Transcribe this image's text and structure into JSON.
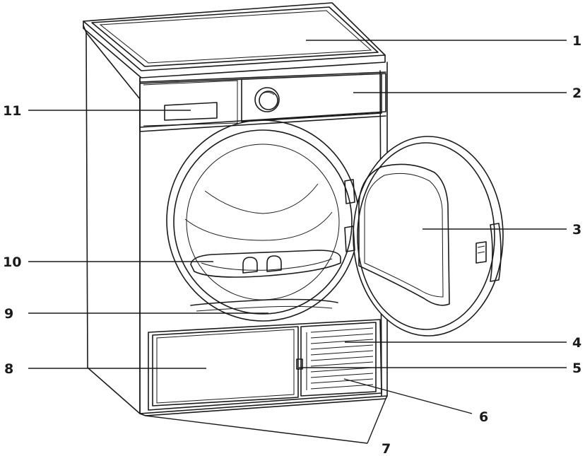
{
  "diagram": {
    "labels": [
      {
        "id": "c1",
        "text": "1"
      },
      {
        "id": "c2",
        "text": "2"
      },
      {
        "id": "c3",
        "text": "3"
      },
      {
        "id": "c4",
        "text": "4"
      },
      {
        "id": "c5",
        "text": "5"
      },
      {
        "id": "c6",
        "text": "6"
      },
      {
        "id": "c7",
        "text": "7"
      },
      {
        "id": "c8",
        "text": "8"
      },
      {
        "id": "c9",
        "text": "9"
      },
      {
        "id": "c10",
        "text": "10"
      },
      {
        "id": "c11",
        "text": "11"
      }
    ]
  }
}
